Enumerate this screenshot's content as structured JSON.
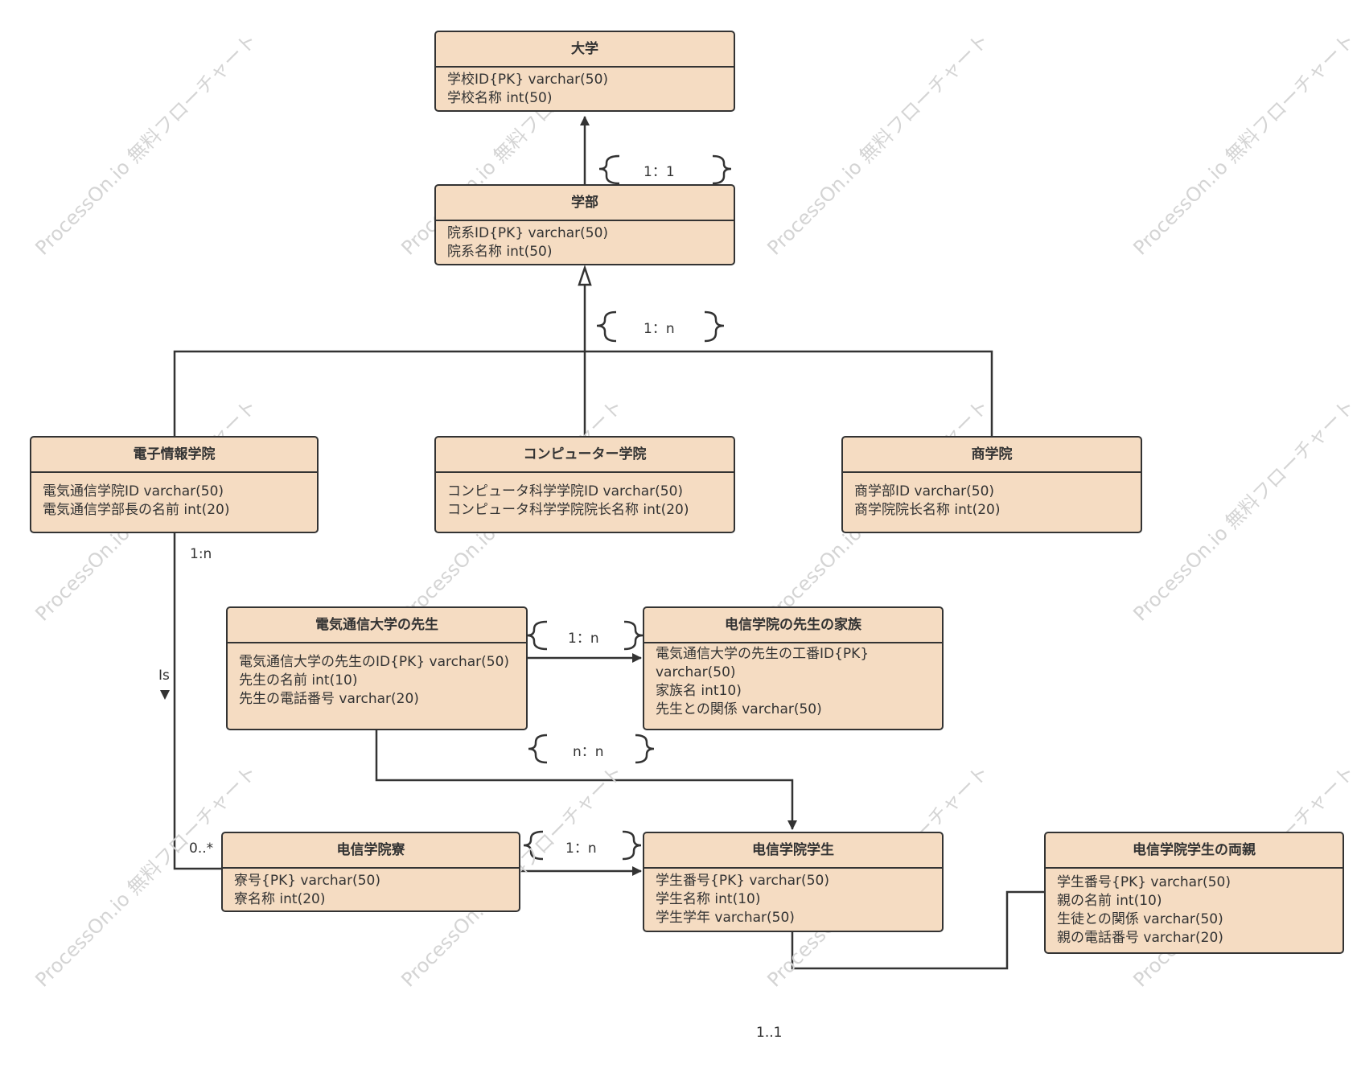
{
  "watermark": "ProcessOn.io 無料フローチャート",
  "entities": {
    "university": {
      "title": "大学",
      "fields": [
        "学校ID{PK} varchar(50)",
        "学校名称 int(50)"
      ]
    },
    "faculty": {
      "title": "学部",
      "fields": [
        "院系ID{PK} varchar(50)",
        "院系名称 int(50)"
      ]
    },
    "electronic_info": {
      "title": "電子情報学院",
      "fields": [
        "電気通信学院ID varchar(50)",
        "電気通信学部長の名前 int(20)"
      ]
    },
    "computer": {
      "title": "コンピューター学院",
      "fields": [
        "コンピュータ科学学院ID varchar(50)",
        "コンピュータ科学学院院长名称 int(20)"
      ]
    },
    "commerce": {
      "title": "商学院",
      "fields": [
        "商学部ID varchar(50)",
        "商学院院长名称 int(20)"
      ]
    },
    "teacher": {
      "title": "電気通信大学の先生",
      "fields": [
        "電気通信大学の先生のID{PK} varchar(50)",
        "先生の名前 int(10)",
        "先生の電話番号 varchar(20)"
      ]
    },
    "teacher_family": {
      "title": "电信学院の先生の家族",
      "fields": [
        "電気通信大学の先生の工番ID{PK}",
        "varchar(50)",
        "家族名 int10)",
        "先生との関係 varchar(50)"
      ]
    },
    "dormitory": {
      "title": "电信学院寮",
      "fields": [
        "寮号{PK} varchar(50)",
        "寮名称 int(20)"
      ]
    },
    "student": {
      "title": "电信学院学生",
      "fields": [
        "学生番号{PK} varchar(50)",
        "学生名称 int(10)",
        "学生学年 varchar(50)"
      ]
    },
    "parents": {
      "title": "电信学院学生の両親",
      "fields": [
        "学生番号{PK} varchar(50)",
        "親の名前 int(10)",
        "生徒との関係 varchar(50)",
        "親の電話番号 varchar(20)"
      ]
    }
  },
  "labels": {
    "rel_university_faculty": "1：1",
    "rel_faculty_schools": "1：n",
    "rel_teacher_family": "1：n",
    "rel_teacher_student": "n：n",
    "rel_dorm_student": "1：n",
    "mult_school_top": "1:n",
    "mult_is": "Is",
    "mult_dorm": "0..*",
    "mult_parents": "1..1"
  }
}
